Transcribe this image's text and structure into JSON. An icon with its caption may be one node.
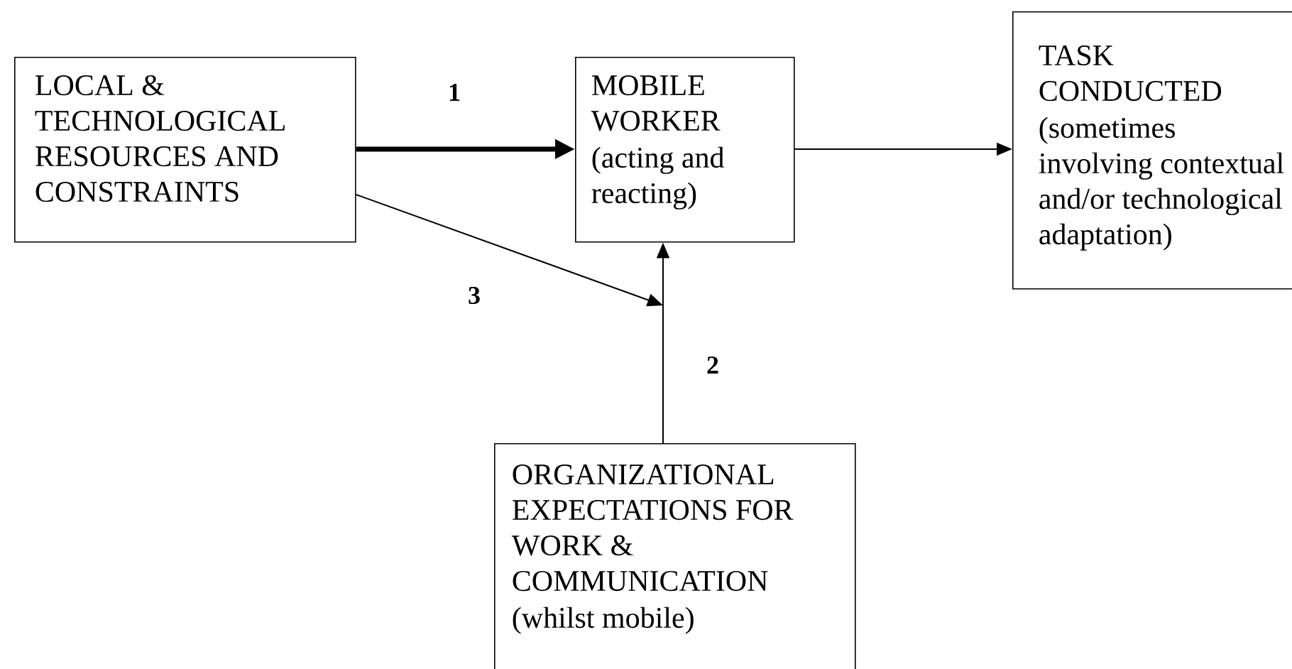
{
  "diagram": {
    "nodes": [
      {
        "text": [
          "LOCAL & TECHNOLOGICAL RESOURCES AND CONSTRAINTS"
        ]
      },
      {
        "text": [
          "MOBILE WORKER",
          "(acting and reacting)"
        ]
      },
      {
        "text": [
          "TASK CONDUCTED",
          "(sometimes involving contextual and/or technological adaptation)"
        ]
      },
      {
        "text": [
          "ORGANIZATIONAL EXPECTATIONS FOR WORK & COMMUNICATION",
          "(whilst mobile)"
        ]
      }
    ],
    "edges": [
      {
        "from": 0,
        "to": 1,
        "arrow": "to",
        "label": "1",
        "style": "thick"
      },
      {
        "from": 1,
        "to": 2,
        "arrow": "to"
      },
      {
        "from": 3,
        "to": 1,
        "arrow": "to",
        "label": "2"
      },
      {
        "from": 0,
        "to": null,
        "arrow": "to",
        "label": "3"
      }
    ]
  }
}
